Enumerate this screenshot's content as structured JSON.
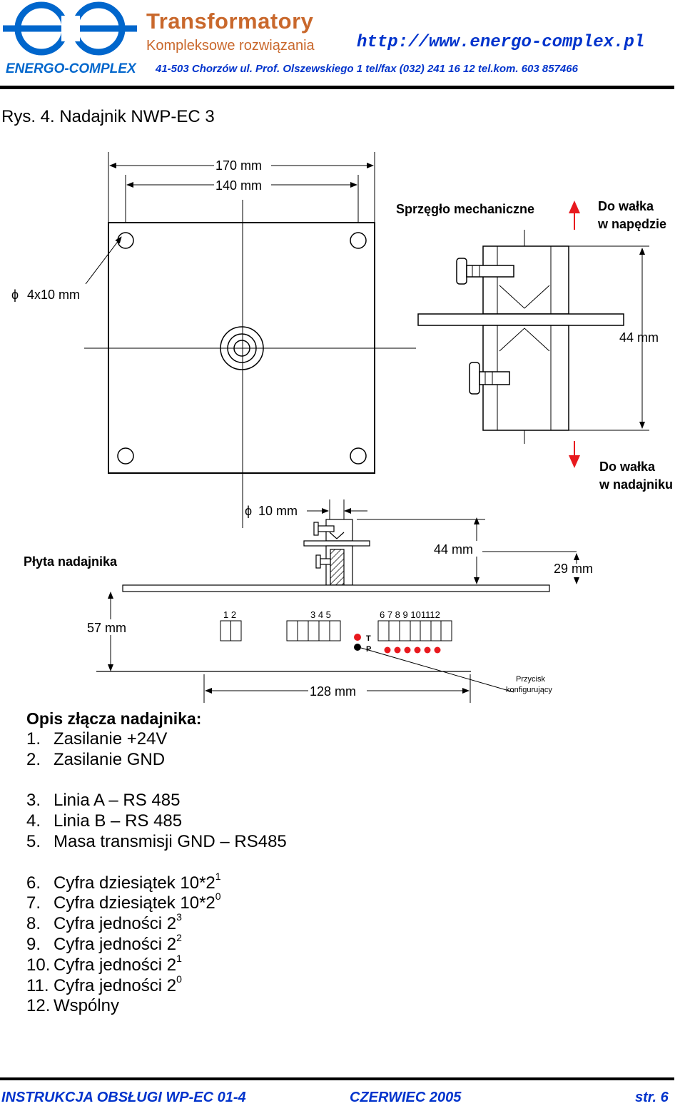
{
  "header": {
    "logo_text": "ENERGO-COMPLEX",
    "brand": "Transformatory",
    "subtitle": "Kompleksowe rozwiązania",
    "url": "http://www.energo-complex.pl",
    "address": "41-503 Chorzów ul. Prof. Olszewskiego 1 tel/fax (032) 241 16 12 tel.kom. 603 857466"
  },
  "figure": {
    "caption": "Rys. 4. Nadajnik NWP-EC 3",
    "labels": {
      "dim_170": "170 mm",
      "dim_140": "140 mm",
      "coupling": "Sprzęgło mechaniczne",
      "to_drive_1": "Do wałka",
      "to_drive_2": "w napędzie",
      "holes": "4x10 mm",
      "dim_44_top": "44 mm",
      "to_sender_1": "Do wałka",
      "to_sender_2": "w nadajniku",
      "dim_10": "10 mm",
      "plate": "Płyta nadajnika",
      "dim_44_side": "44 mm",
      "dim_29": "29 mm",
      "dim_57": "57 mm",
      "term_1_2": "1  2",
      "term_3_5": "3  4  5",
      "term_6_12": "6  7  8  9 101112",
      "led_t": "T",
      "led_p": "P",
      "dim_128": "128 mm",
      "button_1": "Przycisk",
      "button_2": "konfigurujący"
    },
    "colors": {
      "arrow": "#e8191e",
      "led": "#e8191e",
      "dark": "#000000"
    }
  },
  "legend": {
    "title": "Opis złącza nadajnika:",
    "items": [
      {
        "num": "1.",
        "text": "Zasilanie +24V",
        "sup": ""
      },
      {
        "num": "2.",
        "text": "Zasilanie GND",
        "sup": ""
      },
      {
        "num": "3.",
        "text": "Linia A – RS 485",
        "sup": ""
      },
      {
        "num": "4.",
        "text": "Linia B – RS 485",
        "sup": ""
      },
      {
        "num": "5.",
        "text": "Masa transmisji GND – RS485",
        "sup": ""
      },
      {
        "num": "6.",
        "text": "Cyfra dziesiątek 10*2",
        "sup": "1"
      },
      {
        "num": "7.",
        "text": "Cyfra dziesiątek 10*2",
        "sup": "0"
      },
      {
        "num": "8.",
        "text": "Cyfra jedności 2",
        "sup": "3"
      },
      {
        "num": "9.",
        "text": "Cyfra jedności 2",
        "sup": "2"
      },
      {
        "num": "10.",
        "text": "Cyfra jedności 2",
        "sup": "1"
      },
      {
        "num": "11.",
        "text": "Cyfra jedności 2",
        "sup": "0"
      },
      {
        "num": "12.",
        "text": "Wspólny",
        "sup": ""
      }
    ]
  },
  "footer": {
    "left": "INSTRUKCJA OBSŁUGI WP-EC 01-4",
    "center": "CZERWIEC 2005",
    "right": "str. 6"
  }
}
